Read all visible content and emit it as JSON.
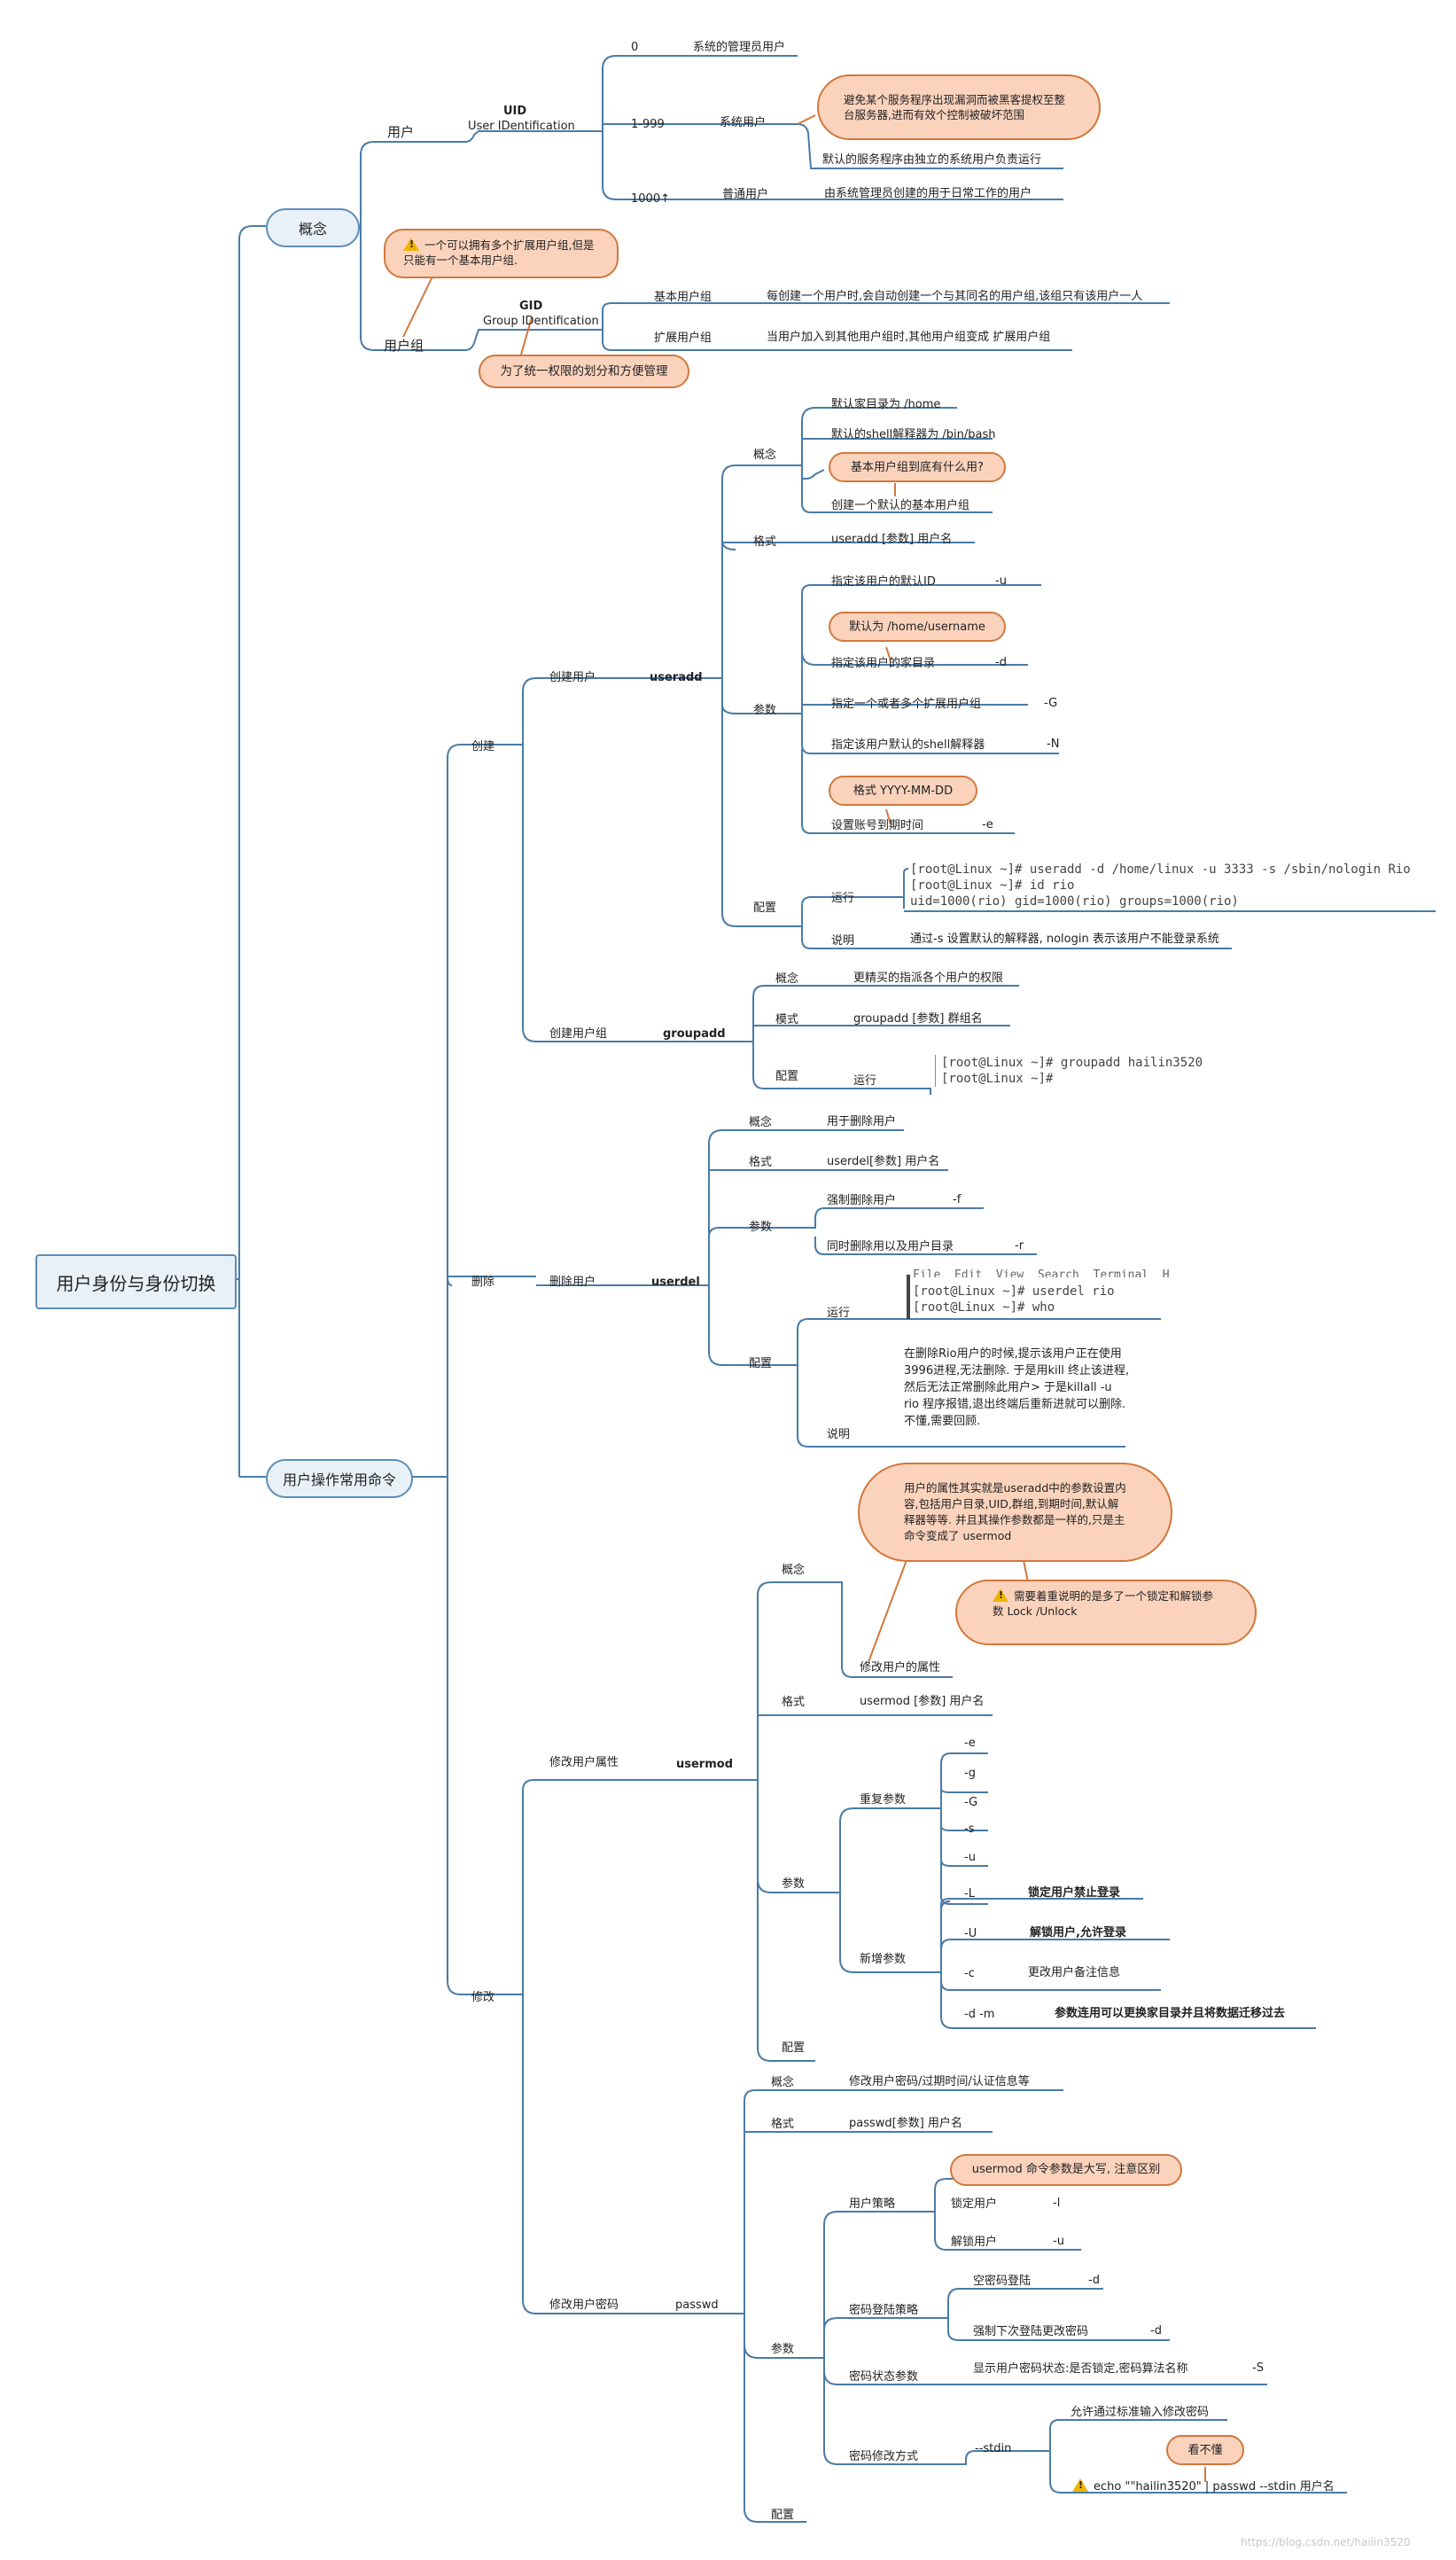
{
  "root": "用户身份与身份切换",
  "concept": {
    "label": "概念",
    "user": {
      "label": "用户",
      "uid_title": "UID",
      "uid_sub": "User IDentification",
      "zero": "0",
      "zero_desc": "系统的管理员用户",
      "range": "1-999",
      "sys_user": "系统用户",
      "sys_note": "避免某个服务程序出现漏洞而被黑客提权至整台服务器,进而有效个控制被破坏范围",
      "sys_desc": "默认的服务程序由独立的系统用户负责运行",
      "thousand": "1000↑",
      "normal_user": "普通用户",
      "normal_desc": "由系统管理员创建的用于日常工作的用户"
    },
    "group": {
      "label": "用户组",
      "note": "一个可以拥有多个扩展用户组,但是只能有一个基本用户组.",
      "gid_title": "GID",
      "gid_sub": "Group IDentification",
      "gid_note": "为了统一权限的划分和方便管理",
      "basic": "基本用户组",
      "basic_desc": "每创建一个用户时,会自动创建一个与其同名的用户组,该组只有该用户一人",
      "ext": "扩展用户组",
      "ext_desc": "当用户加入到其他用户组时,其他用户组变成 扩展用户组"
    }
  },
  "ops": {
    "label": "用户操作常用命令",
    "create": {
      "label": "创建",
      "user_label": "创建用户",
      "cmd": "useradd",
      "concept": "概念",
      "c1": "默认家目录为 /home",
      "c2": "默认的shell解释器为 /bin/bash",
      "c_note": "基本用户组到底有什么用?",
      "c3": "创建一个默认的基本用户组",
      "format": "格式",
      "format_val": "useradd [参数] 用户名",
      "params": "参数",
      "p1": "指定该用户的默认ID",
      "p1f": "-u",
      "p_note": "默认为 /home/username",
      "p2": "指定该用户的家目录",
      "p2f": "-d",
      "p3": "指定一个或者多个扩展用户组",
      "p3f": "-G",
      "p4": "指定该用户默认的shell解释器",
      "p4f": "-N",
      "p_note2": "格式 YYYY-MM-DD",
      "p5": "设置账号到期时间",
      "p5f": "-e",
      "config": "配置",
      "run": "运行",
      "run1": "[root@Linux ~]# useradd -d /home/linux -u 3333 -s /sbin/nologin Rio",
      "run2": "[root@Linux ~]# id rio",
      "run3": "uid=1000(rio) gid=1000(rio) groups=1000(rio)",
      "explain": "说明",
      "explain_val": "通过-s 设置默认的解释器, nologin 表示该用户不能登录系统",
      "group_label": "创建用户组",
      "gcmd": "groupadd",
      "g_concept": "概念",
      "g_concept_val": "更精买的指派各个用户的权限",
      "g_format": "模式",
      "g_format_val": "groupadd [参数] 群组名",
      "g_config": "配置",
      "g_run": "运行",
      "g_run1": "[root@Linux ~]# groupadd hailin3520",
      "g_run2": "[root@Linux ~]#"
    },
    "delete": {
      "label": "删除",
      "user_label": "删除用户",
      "cmd": "userdel",
      "concept": "概念",
      "concept_val": "用于删除用户",
      "format": "格式",
      "format_val": "userdel[参数] 用户名",
      "params": "参数",
      "p1": "强制删除用户",
      "p1f": "-f",
      "p2": "同时删除用以及用户目录",
      "p2f": "-r",
      "config": "配置",
      "run": "运行",
      "run0": "File  Edit  View  Search  Terminal  H",
      "run1": "[root@Linux ~]# userdel rio",
      "run2": "[root@Linux ~]# who",
      "explain": "说明",
      "explain_val": "在删除Rio用户的时候,提示该用户正在使用3996进程,无法删除. 于是用kill 终止该进程,然后无法正常删除此用户> 于是killall -u rio 程序报错,退出终端后重新进就可以删除. 不懂,需要回顾."
    },
    "modify": {
      "label": "修改",
      "attr_label": "修改用户属性",
      "cmd": "usermod",
      "big_note": "用户的属性其实就是useradd中的参数设置内容,包括用户目录,UID,群组,到期时间,默认解释器等等. 并且其操作参数都是一样的,只是主命令变成了 usermod",
      "warn_note": "需要着重说明的是多了一个锁定和解锁参数 Lock /Unlock",
      "concept": "概念",
      "concept_val": "修改用户的属性",
      "format": "格式",
      "format_val": "usermod [参数] 用户名",
      "params": "参数",
      "repeat": "重复参数",
      "r1": "-e",
      "r2": "-g",
      "r3": "-G",
      "r4": "-s",
      "r5": "-u",
      "new": "新增参数",
      "n1": "-L",
      "n1v": "锁定用户禁止登录",
      "n2": "-U",
      "n2v": "解锁用户,允许登录",
      "n3": "-c",
      "n3v": "更改用户备注信息",
      "n4": "-d -m",
      "n4v": "参数连用可以更换家目录并且将数据迁移过去",
      "config": "配置",
      "pw_label": "修改用户密码",
      "pw_cmd": "passwd",
      "pw_concept": "概念",
      "pw_concept_val": "修改用户密码/过期时间/认证信息等",
      "pw_format": "格式",
      "pw_format_val": "passwd[参数] 用户名",
      "pw_params": "参数",
      "policy": "用户策略",
      "policy_note": "usermod 命令参数是大写, 注意区别",
      "lock": "锁定用户",
      "lockf": "-l",
      "unlock": "解锁用户",
      "unlockf": "-u",
      "login": "密码登陆策略",
      "login1": "空密码登陆",
      "login1f": "-d",
      "login2": "强制下次登陆更改密码",
      "login2f": "-d",
      "status": "密码状态参数",
      "status_val": "显示用户密码状态:是否锁定,密码算法名称",
      "statusf": "-S",
      "way": "密码修改方式",
      "stdin": "--stdin",
      "stdin_desc": "允许通过标准输入修改密码",
      "dunno": "看不懂",
      "stdin_cmd": "echo \"\"hailin3520\" | passwd --stdin 用户名",
      "pw_config": "配置"
    }
  },
  "watermark": "https://blog.csdn.net/hailin3520"
}
